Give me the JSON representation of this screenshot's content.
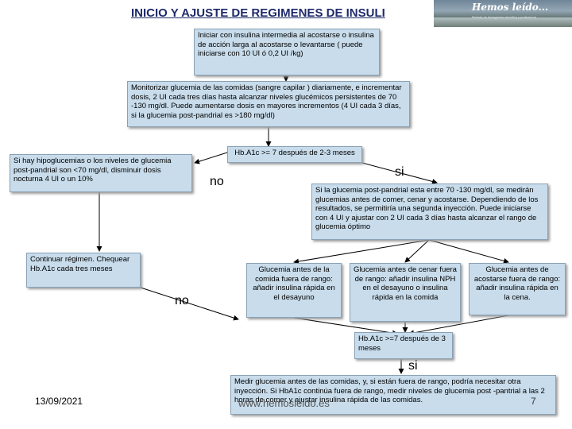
{
  "slide": {
    "title_main": "INICIO Y AJUSTE DE REGIMENES DE ",
    "title_cut": "INSULI",
    "banner": {
      "brand": "Hemos leído...",
      "tagline": "Revista de divulgación científica y profesional"
    },
    "date": "13/09/2021",
    "site": "www.hemosleido.es",
    "page_number": "7"
  },
  "boxes": {
    "start": "Iniciar con insulina intermedia al acostarse o insulina de acción larga al acostarse o levantarse ( puede iniciarse con 10 UI ó 0,2 UI /kg)",
    "monitor": "Monitorizar glucemia de las comidas (sangre capilar ) diariamente, e incrementar dosis, 2 UI cada tres días hasta alcanzar niveles glucémicos persistentes de 70 -130 mg/dl. Puede aumentarse dosis en mayores incrementos (4 UI cada 3 días, si la glucemia post-pandrial es >180 mg/dl)",
    "hypo": "Si hay hipoglucemias o los niveles de glucemia post-pandrial son <70 mg/dl, disminuir dosis nocturna 4 UI o un 10%",
    "hba1c_1": "Hb.A1c >= 7 después de 2-3 meses",
    "postprandial": "Si la glucemia post-pandrial esta entre 70 -130 mg/dl, se medirán glucemias antes de comer, cenar y acostarse. Dependiendo de los resultados, se permitiría una segunda inyección. Puede iniciarse con 4 UI y ajustar con 2 UI cada 3 días hasta alcanzar el rango de glucemia óptimo",
    "continue": "Continuar régimen. Chequear Hb.A1c cada tres meses",
    "lunch": "Glucemia antes de la comida fuera de rango: añadir insulina rápida en el desayuno",
    "dinner": "Glucemia antes de cenar fuera de rango: añadir insulina NPH en el desayuno o insulina rápida en la comida",
    "bedtime": "Glucemia antes de acostarse fuera de rango: añadir insulina rápida en la cena.",
    "hba1c_2": "Hb.A1c >=7 después de 3 meses",
    "final": "Medir glucemia antes de las comidas, y, si están fuera de rango, podría necesitar otra inyección. Si HbA1c continúa fuera de rango, medir niveles de glucemia post -pantrial a las 2 horas de comer y ajustar insulina rápida de las comidas."
  },
  "labels": {
    "no_1": "no",
    "si_1": "si",
    "no_2": "no",
    "si_2": "si"
  }
}
